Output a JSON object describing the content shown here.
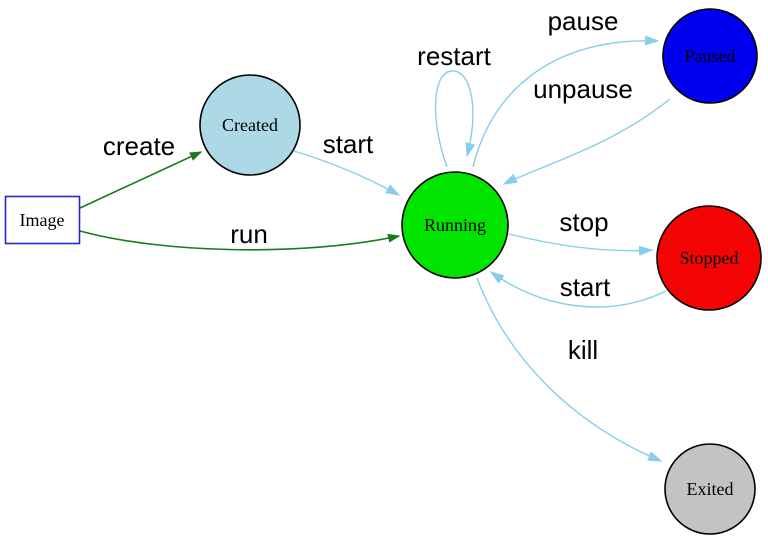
{
  "diagram": {
    "background": "#ffffff",
    "text_color": "#000000",
    "edge_colors": {
      "green": "#1a7a1a",
      "blue": "#87ceeb"
    },
    "nodes": [
      {
        "id": "image",
        "label": "Image",
        "shape": "rect",
        "fill": "#ffffff",
        "border": "#2525cf"
      },
      {
        "id": "created",
        "label": "Created",
        "shape": "circle",
        "fill": "#add8e6",
        "border": "#000000"
      },
      {
        "id": "running",
        "label": "Running",
        "shape": "circle",
        "fill": "#00e400",
        "border": "#000000"
      },
      {
        "id": "paused",
        "label": "Paused",
        "shape": "circle",
        "fill": "#0000ee",
        "border": "#000000"
      },
      {
        "id": "stopped",
        "label": "Stopped",
        "shape": "circle",
        "fill": "#f40404",
        "border": "#000000"
      },
      {
        "id": "exited",
        "label": "Exited",
        "shape": "circle",
        "fill": "#c3c3c3",
        "border": "#000000"
      }
    ],
    "edges": [
      {
        "label": "create",
        "from": "image",
        "to": "created",
        "color": "#1a7a1a"
      },
      {
        "label": "run",
        "from": "image",
        "to": "running",
        "color": "#1a7a1a"
      },
      {
        "label": "start",
        "from": "created",
        "to": "running",
        "color": "#87ceeb"
      },
      {
        "label": "restart",
        "from": "running",
        "to": "running",
        "color": "#87ceeb"
      },
      {
        "label": "pause",
        "from": "running",
        "to": "paused",
        "color": "#87ceeb"
      },
      {
        "label": "unpause",
        "from": "paused",
        "to": "running",
        "color": "#87ceeb"
      },
      {
        "label": "stop",
        "from": "running",
        "to": "stopped",
        "color": "#87ceeb"
      },
      {
        "label": "start",
        "from": "stopped",
        "to": "running",
        "color": "#87ceeb"
      },
      {
        "label": "kill",
        "from": "running",
        "to": "exited",
        "color": "#87ceeb"
      }
    ]
  }
}
